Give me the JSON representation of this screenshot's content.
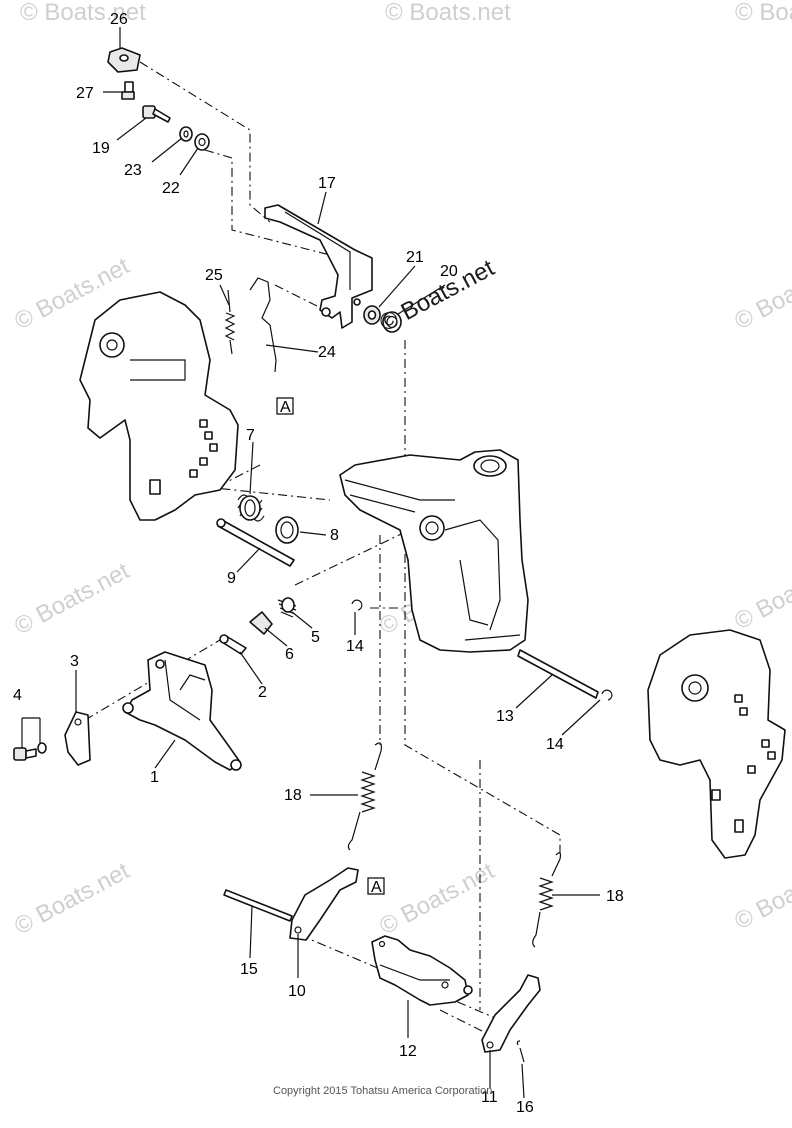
{
  "watermark": "© Boats.net",
  "copyright": "Copyright 2015 Tohatsu America Corporation",
  "ref_box_label": "A",
  "callouts": [
    "1",
    "2",
    "3",
    "4",
    "5",
    "6",
    "7",
    "8",
    "9",
    "10",
    "11",
    "12",
    "13",
    "14",
    "14",
    "15",
    "16",
    "17",
    "18",
    "18",
    "19",
    "20",
    "21",
    "22",
    "23",
    "24",
    "25",
    "26",
    "27"
  ]
}
